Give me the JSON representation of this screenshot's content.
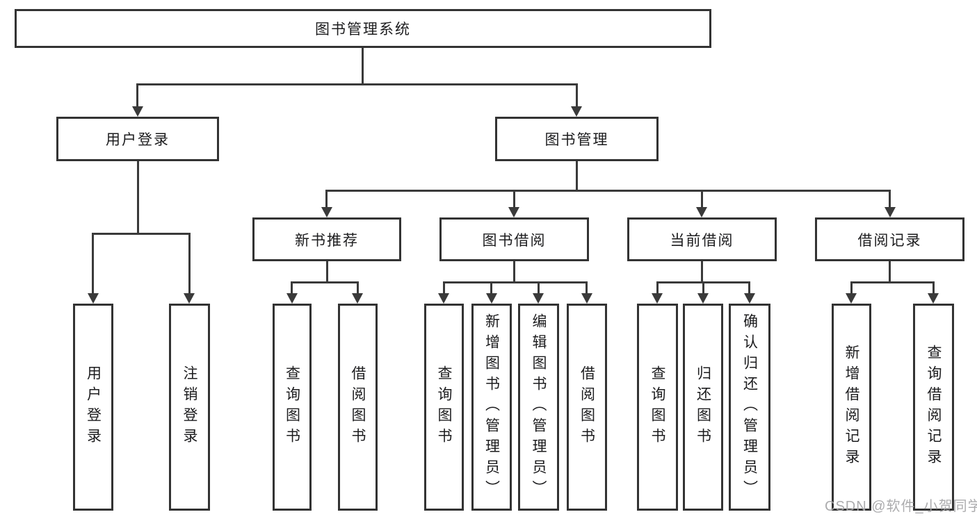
{
  "diagram_type": "hierarchy-tree",
  "tree": {
    "label": "图书管理系统",
    "children": [
      {
        "label": "用户登录",
        "children": [
          {
            "label": "用户登录"
          },
          {
            "label": "注销登录"
          }
        ]
      },
      {
        "label": "图书管理",
        "children": [
          {
            "label": "新书推荐",
            "children": [
              {
                "label": "查询图书"
              },
              {
                "label": "借阅图书"
              }
            ]
          },
          {
            "label": "图书借阅",
            "children": [
              {
                "label": "查询图书"
              },
              {
                "label": "新增图书（管理员）"
              },
              {
                "label": "编辑图书（管理员）"
              },
              {
                "label": "借阅图书"
              }
            ]
          },
          {
            "label": "当前借阅",
            "children": [
              {
                "label": "查询图书"
              },
              {
                "label": "归还图书"
              },
              {
                "label": "确认归还（管理员）"
              }
            ]
          },
          {
            "label": "借阅记录",
            "children": [
              {
                "label": "新增借阅记录"
              },
              {
                "label": "查询借阅记录"
              }
            ]
          }
        ]
      }
    ]
  },
  "watermark": "CSDN @软件_小贺同学",
  "colors": {
    "background": "#ffffff",
    "box_border": "#333333",
    "connector_line": "#3a3a3a",
    "text": "#1c1c1e",
    "watermark_text": "#a8a8aa"
  }
}
